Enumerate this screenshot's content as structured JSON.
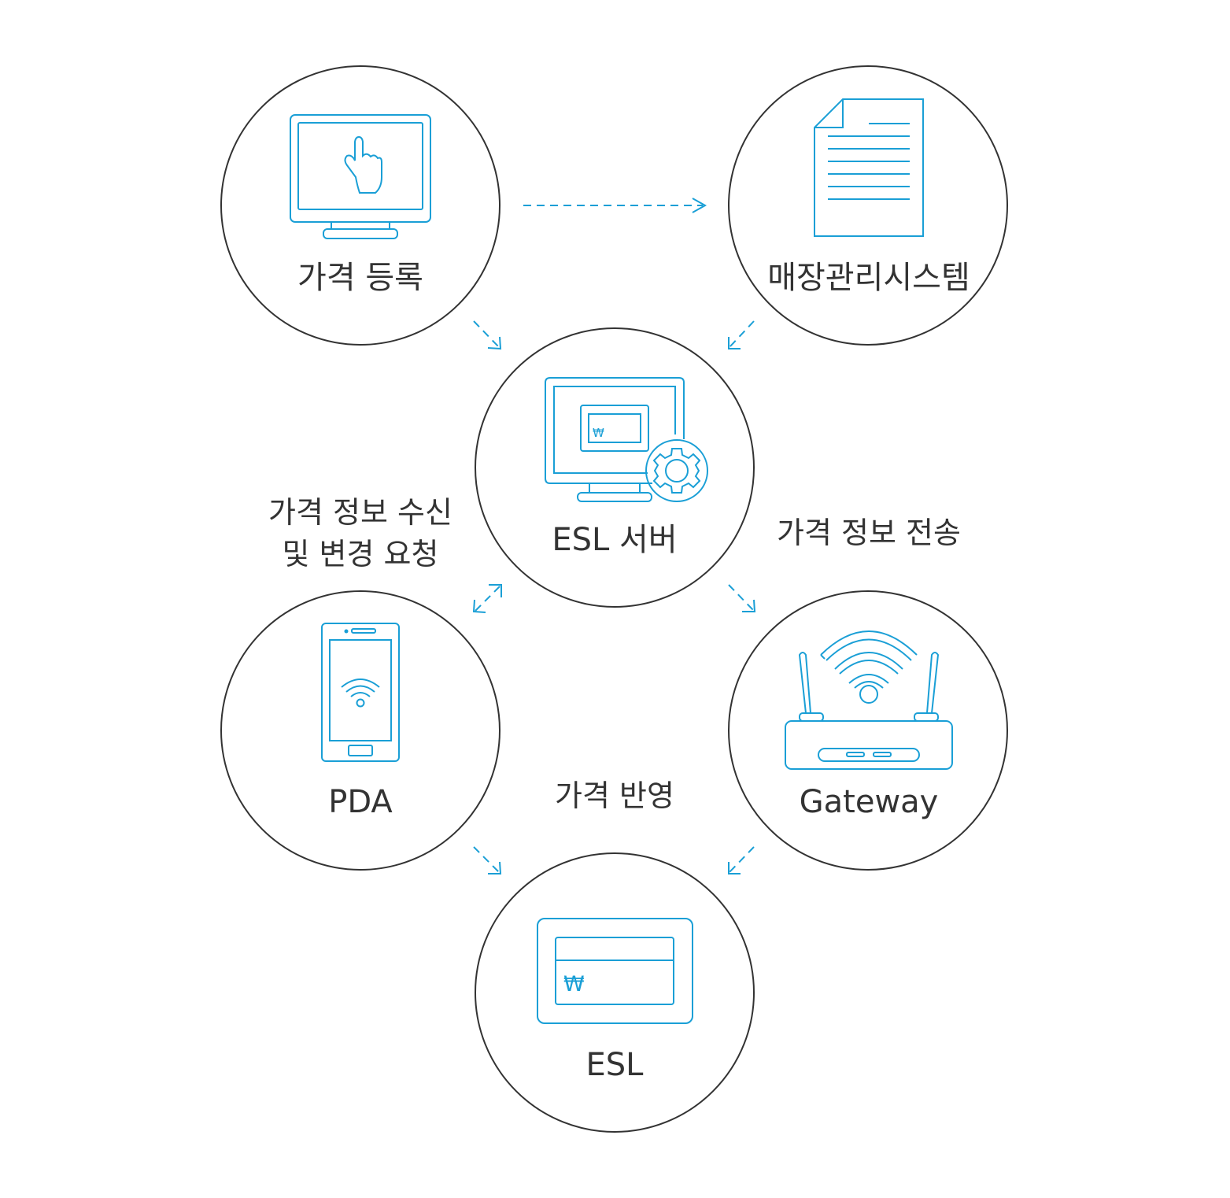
{
  "nodes": {
    "price_register": {
      "label": "가격 등록",
      "icon": "monitor-touch-icon"
    },
    "store_system": {
      "label": "매장관리시스템",
      "icon": "document-icon"
    },
    "esl_server": {
      "label": "ESL 서버",
      "icon": "server-monitor-gear-icon"
    },
    "pda": {
      "label": "PDA",
      "icon": "smartphone-wifi-icon"
    },
    "gateway": {
      "label": "Gateway",
      "icon": "wifi-router-icon"
    },
    "esl": {
      "label": "ESL",
      "icon": "price-tag-display-icon"
    }
  },
  "edge_labels": {
    "pda_line1": "가격 정보 수신",
    "pda_line2": "및 변경 요청",
    "gateway": "가격 정보 전송",
    "esl": "가격 반영"
  },
  "icons": {
    "currency_symbol": "₩"
  },
  "colors": {
    "accent": "#1a9fd6",
    "outline": "#333333",
    "text": "#333333",
    "background": "#ffffff"
  }
}
